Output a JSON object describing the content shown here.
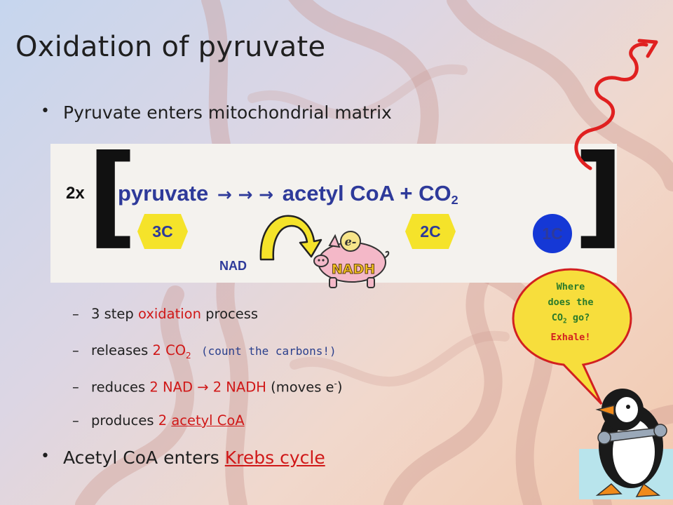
{
  "slide": {
    "title": "Oxidation of pyruvate",
    "bullets": [
      "Pyruvate enters mitochondrial matrix",
      {
        "text": "Acetyl CoA enters ",
        "link": "Krebs cycle"
      }
    ],
    "sub_bullets": {
      "b1": {
        "pre": "3 step ",
        "red": "oxidation",
        "post": " process"
      },
      "b2": {
        "pre": "releases ",
        "red": "2 CO",
        "sub": "2",
        "note": "(count the carbons!)"
      },
      "b3": {
        "pre": "reduces ",
        "red1": "2 NAD",
        "arrow": " → ",
        "red2": "2 NADH",
        "post1": " (moves e",
        "sup": "-",
        "post2": ")"
      },
      "b4": {
        "pre": "produces ",
        "red": "2 ",
        "link": "acetyl CoA"
      }
    }
  },
  "reaction": {
    "multiplier": "2x",
    "left": "pyruvate",
    "arrows": "→  →  →",
    "right": "acetyl CoA + CO",
    "right_sub": "2",
    "carbons": {
      "pyruvate": "3C",
      "acetyl_coa": "2C",
      "co2": "1C"
    },
    "cofactor_in": "NAD",
    "pig_label": "NADH",
    "pig_electron": "e-"
  },
  "speech_bubble": {
    "line1": "Where",
    "line2": "does the",
    "line3_pre": "CO",
    "line3_sub": "2",
    "line3_post": " go?",
    "answer": "Exhale!"
  },
  "colors": {
    "accent_red": "#d01818",
    "equation_blue": "#2e3a9a",
    "hexagon_yellow": "#f5e32a",
    "co2_circle_blue": "#1538d6",
    "bubble_yellow": "#f7de3c",
    "bubble_border": "#d22020",
    "bubble_text_green": "#2a7a2a",
    "exhale_arrow_red": "#e02020"
  }
}
